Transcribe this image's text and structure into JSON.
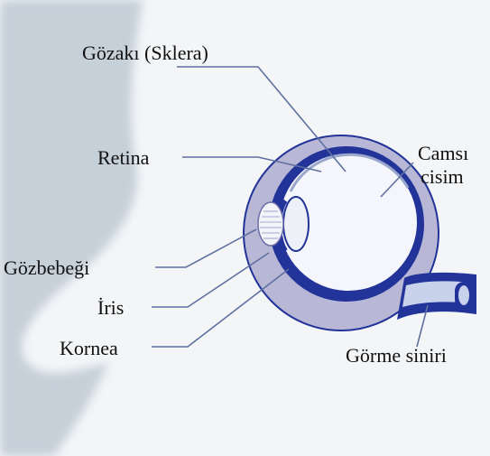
{
  "labels": {
    "sclera": "Gözakı (Sklera)",
    "retina": "Retina",
    "vitreous_line1": "Camsı",
    "vitreous_line2": "cisim",
    "pupil": "Gözbebeği",
    "iris": "İris",
    "cornea": "Kornea",
    "optic_nerve": "Görme siniri"
  },
  "colors": {
    "background": "#f3f5f7",
    "face": "#c6d0d9",
    "eye_outer": "#b8b8d6",
    "eye_wall": "#223399",
    "eyeball": "#f4f6fb",
    "leader_line": "#5f6fa0",
    "text": "#111111"
  }
}
